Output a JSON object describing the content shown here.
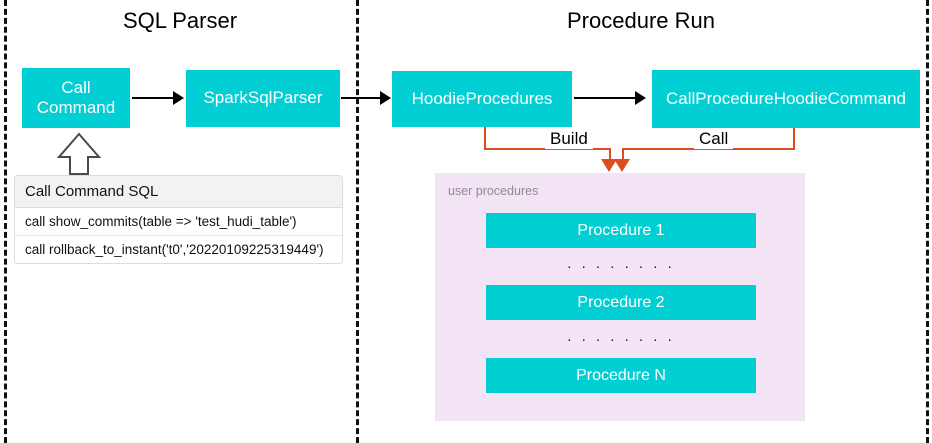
{
  "diagram": {
    "title_left": "SQL Parser",
    "title_right": "Procedure Run",
    "colors": {
      "teal": "#02CFD3",
      "orange": "#D9501E",
      "purple_panel": "#F2E3F5",
      "divider": "#111111",
      "table_header": "#f2f2f2"
    }
  },
  "nodes": {
    "call_command": "Call\nCommand",
    "call_command_line1": "Call",
    "call_command_line2": "Command",
    "spark_sql_parser": "SparkSqlParser",
    "hoodie_procedures": "HoodieProcedures",
    "call_procedure_hoodie_command": "CallProcedureHoodieCommand"
  },
  "edges": {
    "build_label": "Build",
    "call_label": "Call"
  },
  "sql_table": {
    "header": "Call Command SQL",
    "rows": [
      "call show_commits(table => 'test_hudi_table')",
      "call rollback_to_instant('t0','20220109225319449')"
    ]
  },
  "procedures_panel": {
    "caption": "user procedures",
    "items": [
      "Procedure 1",
      "Procedure 2",
      "Procedure N"
    ],
    "ellipsis": ". . . . . . . ."
  }
}
